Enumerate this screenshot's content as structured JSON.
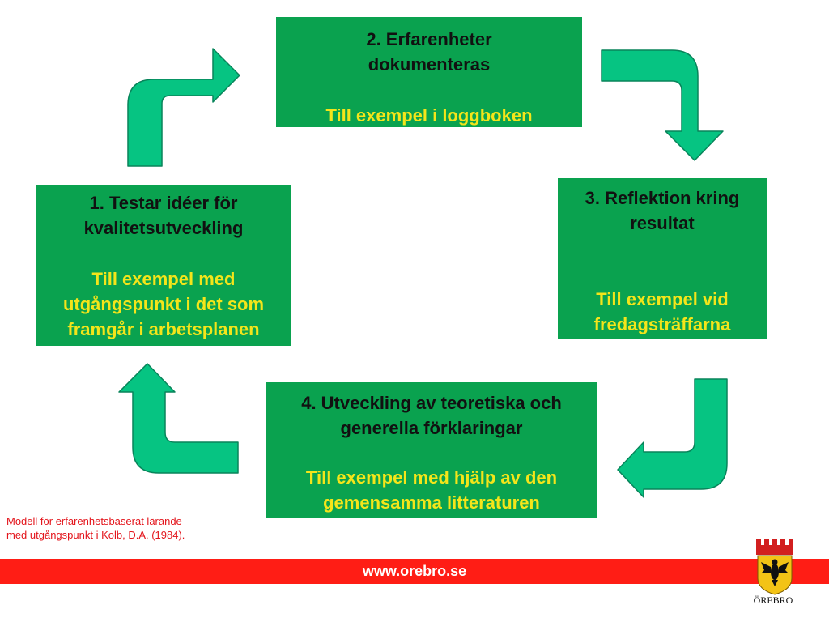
{
  "diagram": {
    "steps": [
      {
        "heading": "1. Testar idéer för kvalitetsutveckling",
        "example": "Till exempel med utgångspunkt i det som framgår i arbetsplanen"
      },
      {
        "heading": "2. Erfarenheter dokumenteras",
        "example": "Till exempel i loggboken"
      },
      {
        "heading": "3. Reflektion kring resultat",
        "example": "Till exempel vid fredagsträffarna"
      },
      {
        "heading": "4. Utveckling av teoretiska och generella förklaringar",
        "example": "Till exempel med hjälp av den gemensamma litteraturen"
      }
    ],
    "note_line1": "Modell för erfarenhetsbaserat lärande",
    "note_line2": "med utgångspunkt i Kolb, D.A. (1984)."
  },
  "footer": {
    "url": "www.orebro.se",
    "logo_text": "ÖREBRO"
  },
  "colors": {
    "box": "#0aa24f",
    "arrow": "#06c482",
    "heading_text": "#111111",
    "example_text": "#f4e51a",
    "note_text": "#e3141b",
    "footer_bar": "#ff1d15"
  }
}
